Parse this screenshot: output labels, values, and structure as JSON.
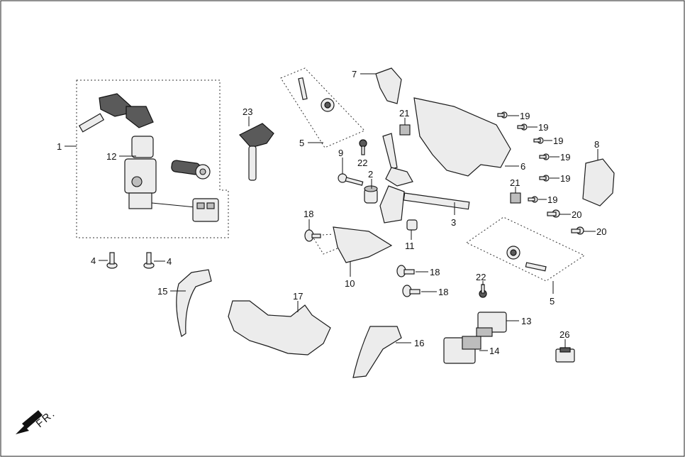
{
  "callouts": {
    "c1": "1",
    "c2": "2",
    "c3": "3",
    "c4a": "4",
    "c4b": "4",
    "c5a": "5",
    "c5b": "5",
    "c6": "6",
    "c7": "7",
    "c8": "8",
    "c9": "9",
    "c10": "10",
    "c11": "11",
    "c12": "12",
    "c13": "13",
    "c14": "14",
    "c15": "15",
    "c16": "16",
    "c17": "17",
    "c18a": "18",
    "c18b": "18",
    "c18c": "18",
    "c19a": "19",
    "c19b": "19",
    "c19c": "19",
    "c19d": "19",
    "c19e": "19",
    "c19f": "19",
    "c20a": "20",
    "c20b": "20",
    "c21a": "21",
    "c21b": "21",
    "c22a": "22",
    "c22b": "22",
    "c23": "23",
    "c26": "26"
  },
  "direction": {
    "label": "FR."
  },
  "icons": {
    "direction_arrow": "front-direction-arrow-icon"
  },
  "colors": {
    "line": "#111111",
    "background": "#ffffff"
  }
}
